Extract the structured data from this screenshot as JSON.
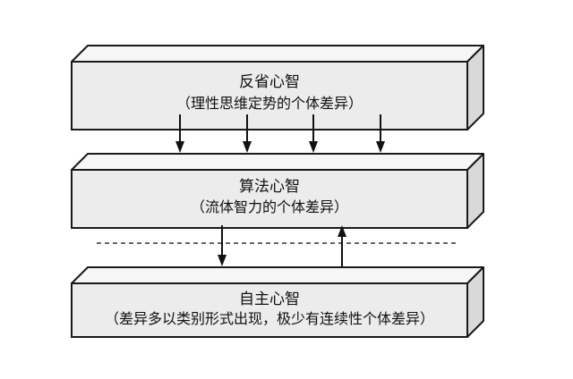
{
  "layers": [
    {
      "title": "反省心智",
      "subtitle": "（理性思维定势的个体差异）"
    },
    {
      "title": "算法心智",
      "subtitle": "（流体智力的个体差异）"
    },
    {
      "title": "自主心智",
      "subtitle": "（差异多以类别形式出现，极少有连续性个体差异）"
    }
  ]
}
